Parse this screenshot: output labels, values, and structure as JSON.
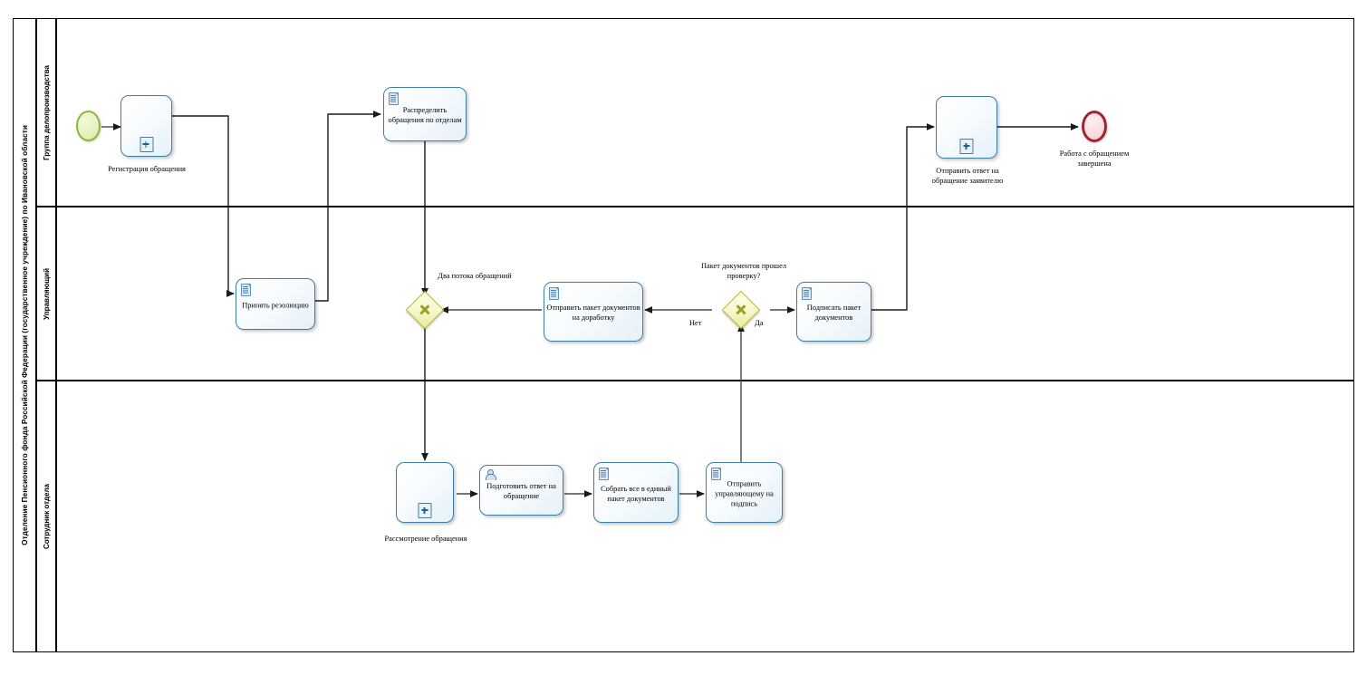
{
  "pool": {
    "name": "Отделение Пенсионного фонда Российской Федерации (государственное учреждение) по Ивановской области"
  },
  "lanes": [
    {
      "id": "lane-records",
      "label": "Группа делопроизводства"
    },
    {
      "id": "lane-manager",
      "label": "Управляющий"
    },
    {
      "id": "lane-staff",
      "label": "Сотрудник отдела"
    }
  ],
  "events": [
    {
      "id": "start",
      "type": "start-event",
      "label": ""
    },
    {
      "id": "end",
      "type": "end-event",
      "label": "Работа с обращением завершена"
    }
  ],
  "tasks": [
    {
      "id": "t-registraciya",
      "label": "Регистрация обращения",
      "marker": "subprocess",
      "icon": "none",
      "lane": "lane-records"
    },
    {
      "id": "t-raspredelit",
      "label": "Распределить обращения по отделам",
      "marker": "none",
      "icon": "document",
      "lane": "lane-records"
    },
    {
      "id": "t-otpravit-otvet",
      "label": "Отправить ответ на обращение заявителю",
      "marker": "subprocess",
      "icon": "none",
      "lane": "lane-records"
    },
    {
      "id": "t-rezolyuciya",
      "label": "Принять резолюцию",
      "marker": "none",
      "icon": "document",
      "lane": "lane-manager"
    },
    {
      "id": "t-dorabotku",
      "label": "Отправить пакет документов на доработку",
      "marker": "none",
      "icon": "document",
      "lane": "lane-manager"
    },
    {
      "id": "t-podpisat",
      "label": "Подписать пакет документов",
      "marker": "none",
      "icon": "document",
      "lane": "lane-manager"
    },
    {
      "id": "t-rassmotrenie",
      "label": "Рассмотрение обращения",
      "marker": "subprocess",
      "icon": "none",
      "lane": "lane-staff"
    },
    {
      "id": "t-podgotovit",
      "label": "Подготовить ответ на обращение",
      "marker": "none",
      "icon": "user",
      "lane": "lane-staff"
    },
    {
      "id": "t-sobrat",
      "label": "Собрать все в единый пакет документов",
      "marker": "none",
      "icon": "document",
      "lane": "lane-staff"
    },
    {
      "id": "t-na-podpis",
      "label": "Отправить управляющему на подпись",
      "marker": "none",
      "icon": "document",
      "lane": "lane-staff"
    }
  ],
  "gateways": [
    {
      "id": "gw-merge",
      "type": "exclusive",
      "label": "Два потока обращений",
      "lane": "lane-manager"
    },
    {
      "id": "gw-check",
      "type": "exclusive",
      "label": "Пакет документов прошел проверку?",
      "lane": "lane-manager"
    }
  ],
  "flow_labels": [
    {
      "id": "flow-no",
      "text": "Нет"
    },
    {
      "id": "flow-yes",
      "text": "Да"
    }
  ],
  "colors": {
    "task_border": "#3d7fa6",
    "start_event": "#8cb63c",
    "end_event": "#a32430",
    "gateway": "#b5bd2c",
    "connector": "#000000",
    "pool_border": "#000000"
  }
}
